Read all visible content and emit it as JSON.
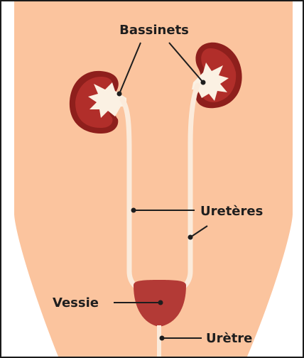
{
  "labels": {
    "renal_pelvis": "Bassinets",
    "ureters": "Uretères",
    "bladder": "Vessie",
    "urethra": "Urètre"
  },
  "colors": {
    "skin": "#FBC49E",
    "kidney": "#B12E2A",
    "kidney_cortex": "#8E1F1C",
    "pelvis": "#FBF1E3",
    "tube": "#FBEBDB",
    "bladder": "#B33A36",
    "line": "#1e1e1e",
    "border": "#1a1a1a"
  }
}
